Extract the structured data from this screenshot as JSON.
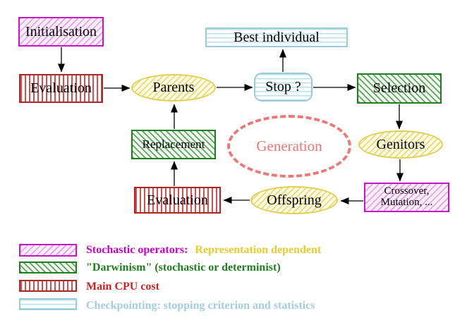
{
  "diagram": {
    "nodes": {
      "initialisation": {
        "label": "Initialisation"
      },
      "evaluation_top": {
        "label": "Evaluation"
      },
      "parents": {
        "label": "Parents"
      },
      "stop": {
        "label": "Stop ?"
      },
      "best_individual": {
        "label": "Best individual"
      },
      "selection": {
        "label": "Selection"
      },
      "genitors": {
        "label": "Genitors"
      },
      "crossover_mutation": {
        "line1": "Crossover,",
        "line2": "Mutation, ..."
      },
      "offspring": {
        "label": "Offspring"
      },
      "evaluation_bottom": {
        "label": "Evaluation"
      },
      "replacement": {
        "label": "Replacement"
      },
      "generation": {
        "label": "Generation"
      }
    },
    "colors": {
      "magenta_border": "#c616c6",
      "green_border": "#1f7e1f",
      "red_border": "#b32626",
      "cyan_border": "#9bcbd9",
      "yellow_border": "#e2cf52",
      "salmon_dashed": "#ec7878",
      "arrow": "#000000"
    }
  },
  "legend": {
    "items": [
      {
        "swatch": "magenta-diagonal-hatch",
        "label": "Stochastic operators:",
        "label_color": "#cc00cc",
        "label_secondary": "Representation dependent",
        "label_secondary_color": "#e8cc33"
      },
      {
        "swatch": "green-diagonal-hatch",
        "label": "\"Darwinism\" (stochastic or determinist)",
        "label_color": "#1f7e1f"
      },
      {
        "swatch": "red-vertical-stripes",
        "label": "Main CPU cost",
        "label_color": "#cc2222"
      },
      {
        "swatch": "cyan-horizontal-stripes",
        "label": "Checkpointing: stopping criterion and statistics",
        "label_color": "#a2cedd"
      }
    ]
  }
}
